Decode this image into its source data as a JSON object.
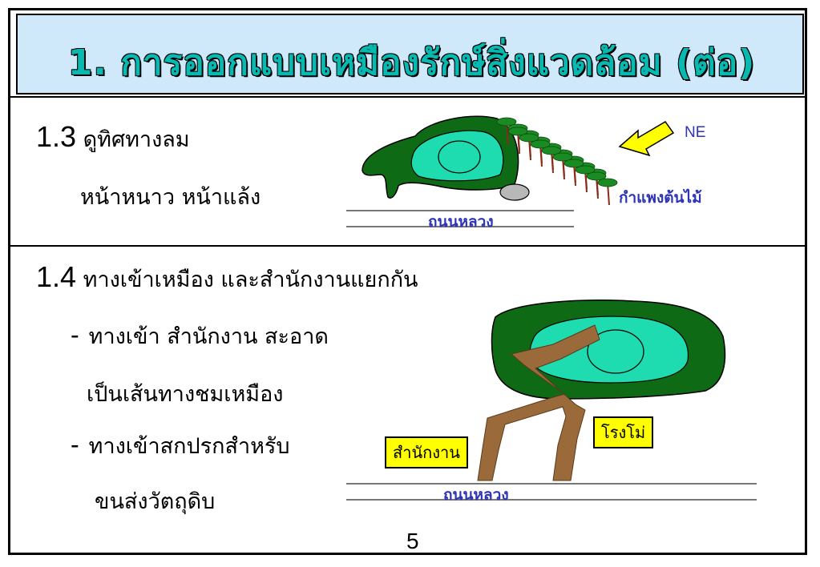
{
  "title": "1. การออกแบบเหมืองรักษ์สิ่งแวดล้อม (ต่อ)",
  "section1": {
    "number": "1.3",
    "heading": "ดูทิศทางลม",
    "line2": "หน้าหนาว หน้าแล้ง",
    "diagram": {
      "wind_label": "NE",
      "tree_wall_label": "กำแพงต้นไม้",
      "road_label": "ถนนหลวง"
    }
  },
  "section2": {
    "number": "1.4",
    "heading": "ทางเข้าเหมือง และสำนักงานแยกกัน",
    "bullet1_marker": "-",
    "bullet1_line1": "ทางเข้า สำนักงาน สะอาด",
    "bullet1_line2": "เป็นเส้นทางชมเหมือง",
    "bullet2_marker": "-",
    "bullet2_line1": "ทางเข้าสกปรกสำหรับ",
    "bullet2_line2": "ขนส่งวัตถุดิบ",
    "diagram": {
      "office_label": "สำนักงาน",
      "mill_label": "โรงโม่",
      "road_label": "ถนนหลวง"
    }
  },
  "page_number": "5",
  "colors": {
    "title_bg": "#cfe9fb",
    "title_text": "#07b9b0",
    "mine_outer": "#0f6a16",
    "mine_inner": "#1fdcb0",
    "road_path": "#9a6a3a",
    "label_box": "#ffff00",
    "label_blue": "#2d34b8",
    "arrow": "#ffff00"
  }
}
